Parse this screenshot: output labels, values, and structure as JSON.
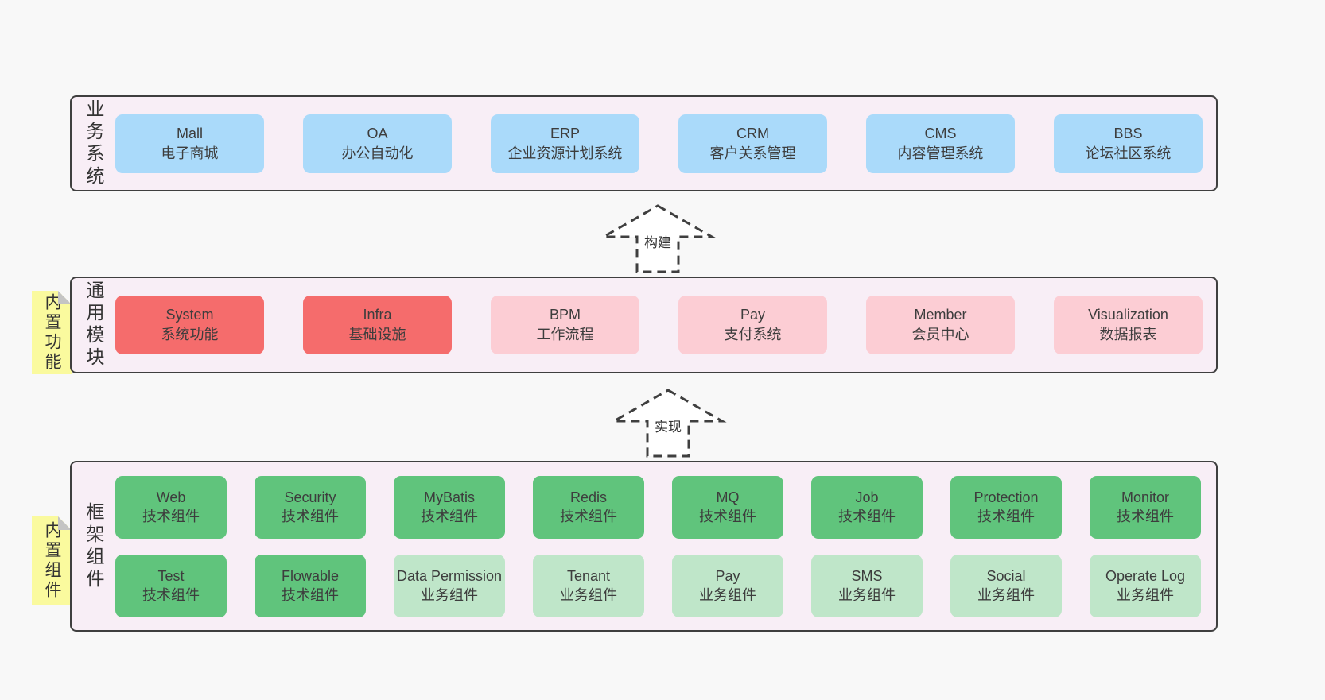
{
  "colors": {
    "container_bg": "#f8eef6",
    "container_border": "#3f3f3f",
    "blue": "#aadafa",
    "red": "#f56c6c",
    "pink": "#fccdd4",
    "green": "#60c47c",
    "light_green": "#bfe6c9",
    "sticky_yellow": "#fafa9e",
    "text": "#333333"
  },
  "arrows": [
    {
      "label": "构建"
    },
    {
      "label": "实现"
    }
  ],
  "layers": [
    {
      "label": "业务系统",
      "boxes": [
        {
          "title": "Mall",
          "subtitle": "电子商城"
        },
        {
          "title": "OA",
          "subtitle": "办公自动化"
        },
        {
          "title": "ERP",
          "subtitle": "企业资源计划系统"
        },
        {
          "title": "CRM",
          "subtitle": "客户关系管理"
        },
        {
          "title": "CMS",
          "subtitle": "内容管理系统"
        },
        {
          "title": "BBS",
          "subtitle": "论坛社区系统"
        }
      ]
    },
    {
      "label": "通用模块",
      "sticky": "内置功能",
      "boxes": [
        {
          "title": "System",
          "subtitle": "系统功能"
        },
        {
          "title": "Infra",
          "subtitle": "基础设施"
        },
        {
          "title": "BPM",
          "subtitle": "工作流程"
        },
        {
          "title": "Pay",
          "subtitle": "支付系统"
        },
        {
          "title": "Member",
          "subtitle": "会员中心"
        },
        {
          "title": "Visualization",
          "subtitle": "数据报表"
        }
      ]
    },
    {
      "label": "框架组件",
      "sticky": "内置组件",
      "rows": [
        [
          {
            "title": "Web",
            "subtitle": "技术组件"
          },
          {
            "title": "Security",
            "subtitle": "技术组件"
          },
          {
            "title": "MyBatis",
            "subtitle": "技术组件"
          },
          {
            "title": "Redis",
            "subtitle": "技术组件"
          },
          {
            "title": "MQ",
            "subtitle": "技术组件"
          },
          {
            "title": "Job",
            "subtitle": "技术组件"
          },
          {
            "title": "Protection",
            "subtitle": "技术组件"
          },
          {
            "title": "Monitor",
            "subtitle": "技术组件"
          }
        ],
        [
          {
            "title": "Test",
            "subtitle": "技术组件"
          },
          {
            "title": "Flowable",
            "subtitle": "技术组件"
          },
          {
            "title": "Data Permission",
            "subtitle": "业务组件"
          },
          {
            "title": "Tenant",
            "subtitle": "业务组件"
          },
          {
            "title": "Pay",
            "subtitle": "业务组件"
          },
          {
            "title": "SMS",
            "subtitle": "业务组件"
          },
          {
            "title": "Social",
            "subtitle": "业务组件"
          },
          {
            "title": "Operate Log",
            "subtitle": "业务组件"
          }
        ]
      ]
    }
  ]
}
